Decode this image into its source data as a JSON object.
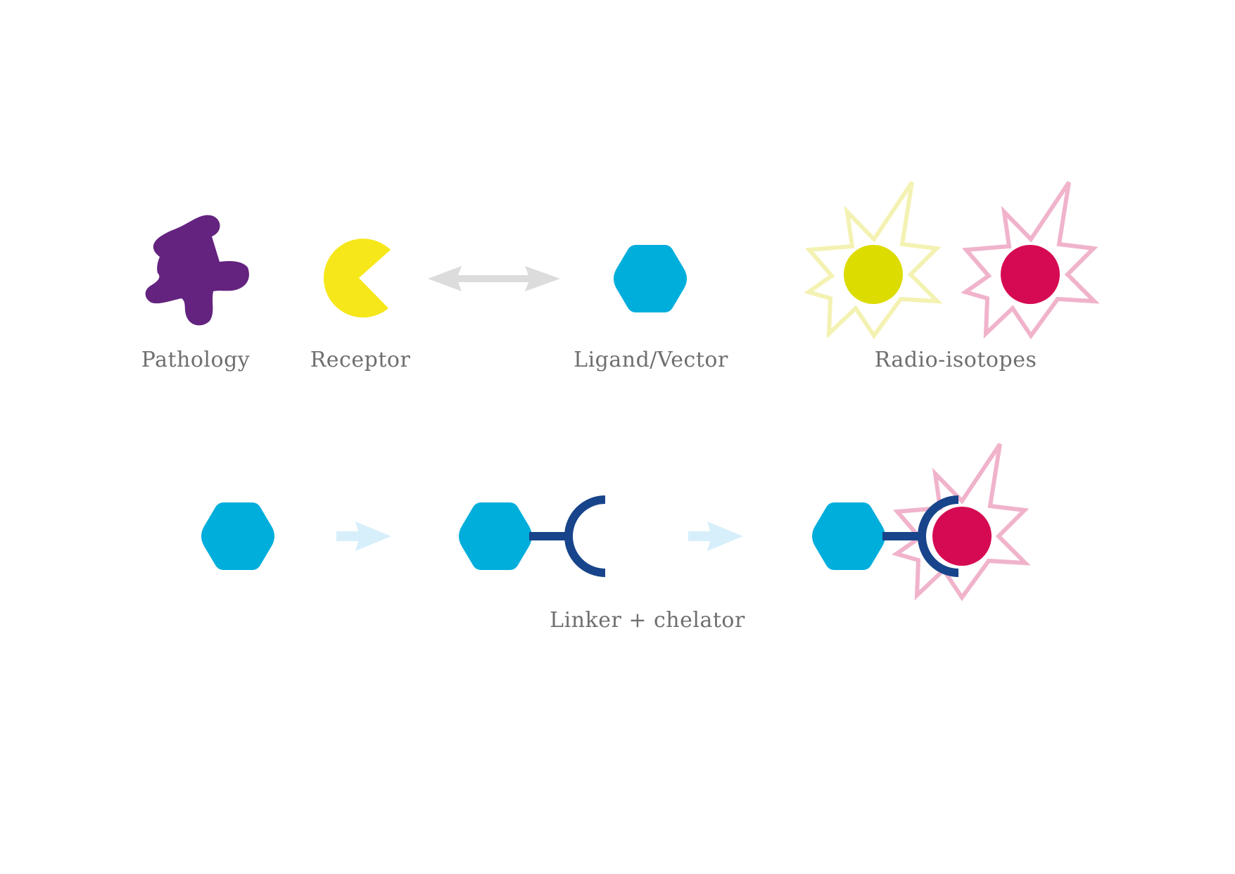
{
  "labels": {
    "pathology": "Pathology",
    "receptor": "Receptor",
    "ligand": "Ligand/Vector",
    "radioisotopes": "Radio-isotopes",
    "linker": "Linker + chelator"
  },
  "colors": {
    "pathology": "#63237f",
    "receptor": "#f6e71a",
    "ligand": "#00aedb",
    "isotope_yellow": "#dcdc00",
    "isotope_yellow_burst": "#f4f2b2",
    "isotope_red": "#d60a52",
    "isotope_red_burst": "#f0b3cb",
    "linker": "#17448a",
    "double_arrow": "#dcdcdc",
    "step_arrow": "#d7effa",
    "label_text": "#6f6f6f"
  }
}
